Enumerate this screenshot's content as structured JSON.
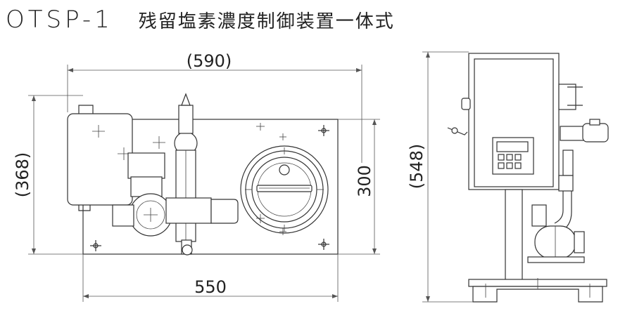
{
  "title": {
    "model": "OTSP-1",
    "name": "残留塩素濃度制御装置一体式"
  },
  "dimensions": {
    "overall_width": "(590)",
    "base_width": "550",
    "overall_depth": "(368)",
    "base_depth": "300",
    "height": "(548)"
  },
  "colors": {
    "line": "#333333",
    "dim_line": "#555555",
    "text": "#222222",
    "background": "#ffffff"
  }
}
